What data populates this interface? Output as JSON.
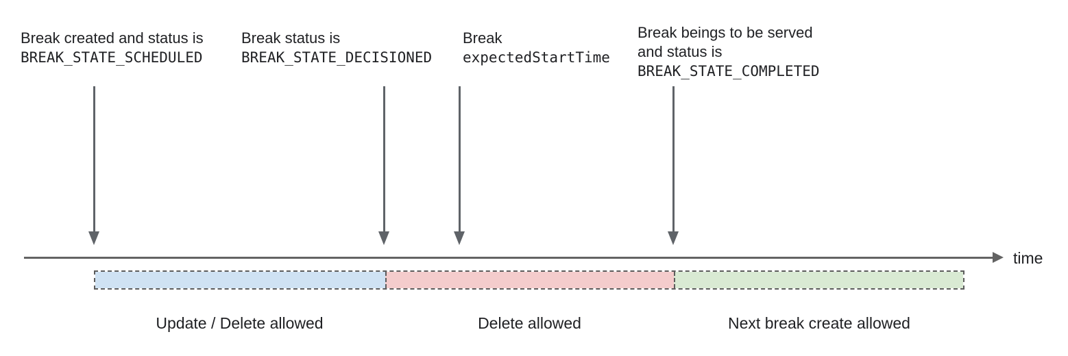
{
  "annotations": [
    {
      "text": "Break created and status is",
      "code": "BREAK_STATE_SCHEDULED"
    },
    {
      "text": "Break status is",
      "code": "BREAK_STATE_DECISIONED"
    },
    {
      "text": "Break",
      "code": "expectedStartTime"
    },
    {
      "text": "Break beings to be served",
      "text2": "and status is",
      "code": "BREAK_STATE_COMPLETED"
    }
  ],
  "timeline": {
    "axis_label": "time"
  },
  "segments": [
    {
      "label": "Update / Delete allowed",
      "fill": "#cfe2f3"
    },
    {
      "label": "Delete allowed",
      "fill": "#f4cccc"
    },
    {
      "label": "Next break create allowed",
      "fill": "#d9ead3"
    }
  ],
  "colors": {
    "text": "#202124",
    "arrow": "#5f6368",
    "axis": "#636363",
    "dash_border": "#5c5c5c",
    "background": "#ffffff"
  }
}
